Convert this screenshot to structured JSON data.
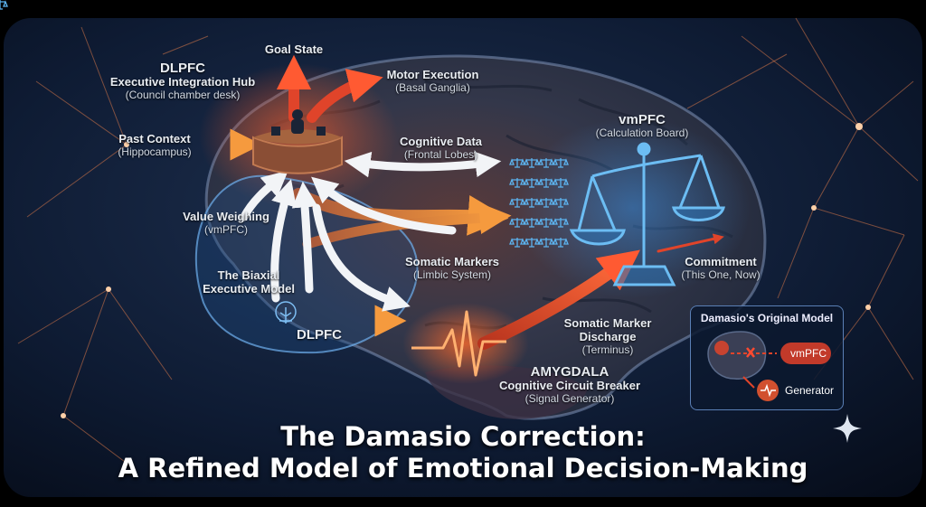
{
  "title": {
    "line1": "The Damasio Correction:",
    "line2": "A Refined Model of Emotional Decision-Making"
  },
  "labels": {
    "goal_state": "Goal State",
    "dlpfc_top": {
      "name": "DLPFC",
      "role": "Executive Integration Hub",
      "note": "(Council chamber desk)"
    },
    "motor": {
      "name": "Motor Execution",
      "note": "(Basal Ganglia)"
    },
    "past": {
      "name": "Past Context",
      "note": "(Hippocampus)"
    },
    "cognitive": {
      "name": "Cognitive Data",
      "note": "(Frontal Lobes)"
    },
    "value": {
      "name": "Value Weighing",
      "note": "(vmPFC)"
    },
    "biaxial": {
      "line1": "The Biaxial",
      "line2": "Executive Model"
    },
    "dlpfc_bottom": "DLPFC",
    "somatic": {
      "name": "Somatic Markers",
      "note": "(Limbic System)"
    },
    "vmpfc": {
      "name": "vmPFC",
      "note": "(Calculation Board)"
    },
    "commitment": {
      "name": "Commitment",
      "note": "(This One, Now)"
    },
    "discharge": {
      "line1": "Somatic Marker",
      "line2": "Discharge",
      "note": "(Terminus)"
    },
    "amygdala": {
      "name": "AMYGDALA",
      "role": "Cognitive Circuit Breaker",
      "note": "(Signal Generator)"
    }
  },
  "inset": {
    "title": "Damasio's Original Model",
    "vmpfc": "vmPFC",
    "generator": "Generator"
  },
  "colors": {
    "background": "#0c1830",
    "arrow_orange": "#f08a3c",
    "arrow_red": "#e0442a",
    "arrow_white": "#f2f4f7",
    "scale_blue": "#4fa6e6",
    "neural_line": "#e07a4a"
  },
  "icons": [
    "desk-icon",
    "scales-icon",
    "balance-scale-icon",
    "heartbeat-icon",
    "sparkle-icon",
    "tree-icon"
  ]
}
